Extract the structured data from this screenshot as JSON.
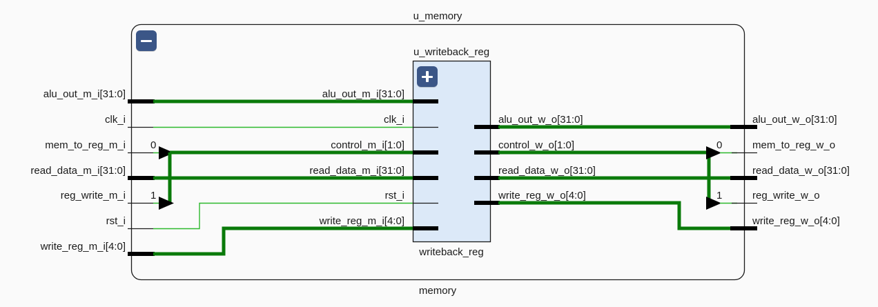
{
  "diagram": {
    "outer_block": {
      "instance_title": "u_memory",
      "type_title": "memory",
      "expander_state": "minus",
      "expander_icon": "collapse-minus-icon"
    },
    "inner_block": {
      "instance_title": "u_writeback_reg",
      "type_title": "writeback_reg",
      "expander_state": "plus",
      "expander_icon": "expand-plus-icon"
    },
    "colors": {
      "bus_wire": "#0a7a0a",
      "scalar_wire": "#2db82d",
      "pin_bar": "#000000",
      "block_fill": "#dce9f8",
      "block_border": "#1a1a1a",
      "expander_blue": "#3b5687",
      "background": "#fafafa",
      "text": "#1a1a1a"
    },
    "left_ports": [
      {
        "label": "alu_out_m_i[31:0]",
        "kind": "bus",
        "value": ""
      },
      {
        "label": "clk_i",
        "kind": "scalar",
        "value": ""
      },
      {
        "label": "mem_to_reg_m_i",
        "kind": "scalar",
        "value": "0"
      },
      {
        "label": "read_data_m_i[31:0]",
        "kind": "bus",
        "value": ""
      },
      {
        "label": "reg_write_m_i",
        "kind": "scalar",
        "value": "1"
      },
      {
        "label": "rst_i",
        "kind": "scalar",
        "value": ""
      },
      {
        "label": "write_reg_m_i[4:0]",
        "kind": "bus",
        "value": ""
      }
    ],
    "inner_inputs": [
      {
        "label": "alu_out_m_i[31:0]",
        "kind": "bus"
      },
      {
        "label": "clk_i",
        "kind": "scalar"
      },
      {
        "label": "control_m_i[1:0]",
        "kind": "bus"
      },
      {
        "label": "read_data_m_i[31:0]",
        "kind": "bus"
      },
      {
        "label": "rst_i",
        "kind": "scalar"
      },
      {
        "label": "write_reg_m_i[4:0]",
        "kind": "bus"
      }
    ],
    "inner_outputs": [
      {
        "label": "alu_out_w_o[31:0]",
        "kind": "bus"
      },
      {
        "label": "control_w_o[1:0]",
        "kind": "bus"
      },
      {
        "label": "read_data_w_o[31:0]",
        "kind": "bus"
      },
      {
        "label": "write_reg_w_o[4:0]",
        "kind": "bus"
      }
    ],
    "right_ports": [
      {
        "label": "alu_out_w_o[31:0]",
        "kind": "bus",
        "value": ""
      },
      {
        "label": "mem_to_reg_w_o",
        "kind": "scalar",
        "value": "0"
      },
      {
        "label": "read_data_w_o[31:0]",
        "kind": "bus",
        "value": ""
      },
      {
        "label": "reg_write_w_o",
        "kind": "scalar",
        "value": "1"
      },
      {
        "label": "write_reg_w_o[4:0]",
        "kind": "bus",
        "value": ""
      }
    ]
  }
}
